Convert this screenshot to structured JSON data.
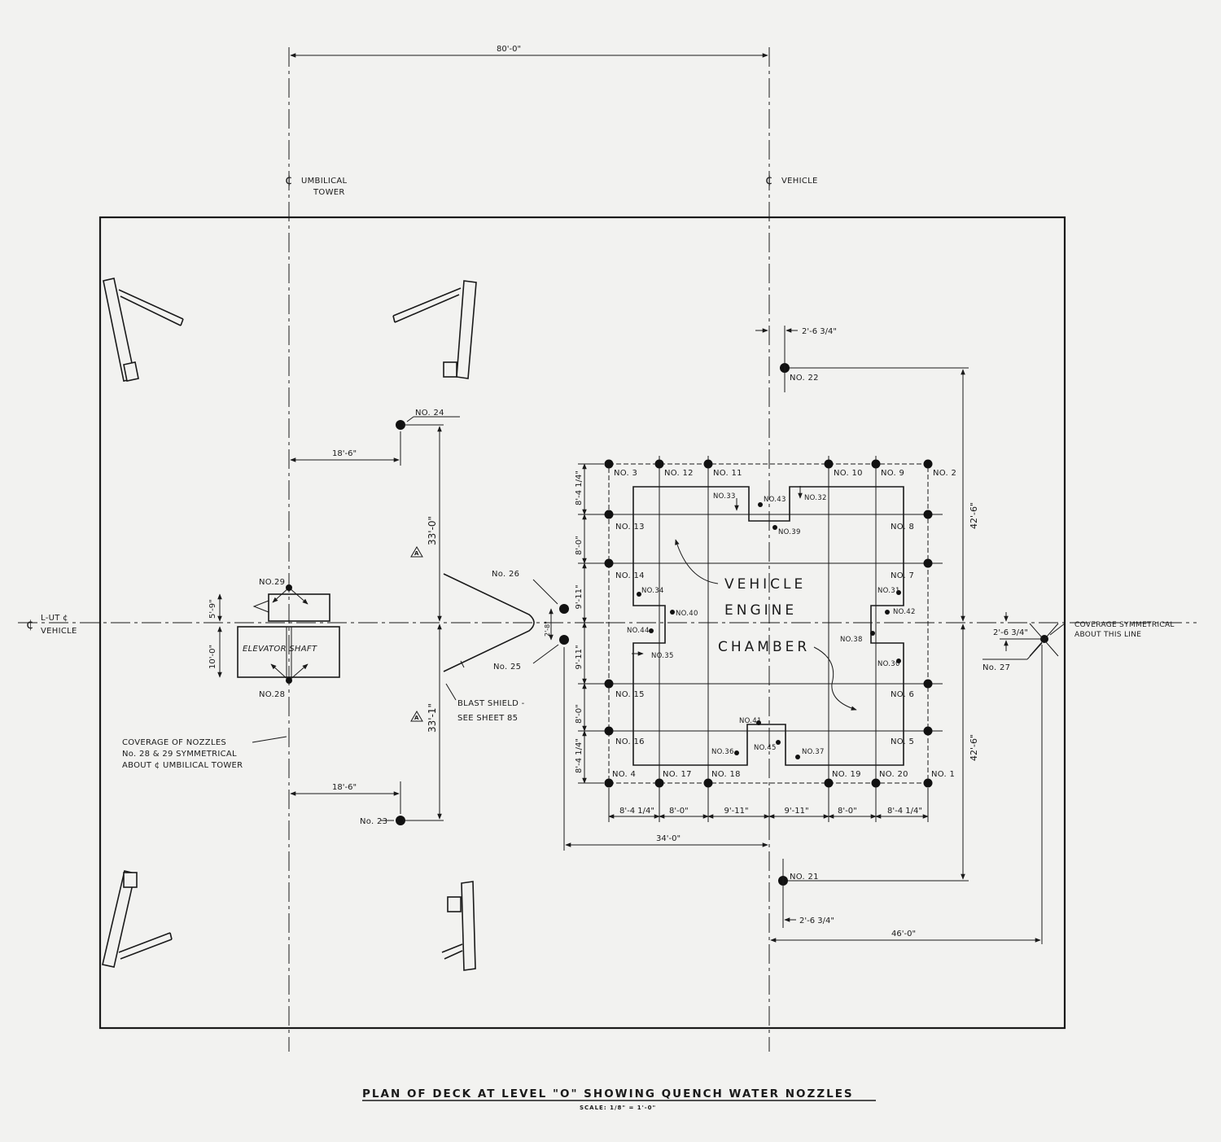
{
  "title": "PLAN OF DECK AT LEVEL \"O\" SHOWING QUENCH WATER NOZZLES",
  "scale": "SCALE: 1/8\" = 1'-0\"",
  "centerlines": {
    "umbilical_1": "UMBILICAL",
    "umbilical_2": "TOWER",
    "vehicle": "VEHICLE",
    "lut_1": "L-UT ¢",
    "lut_2": "VEHICLE",
    "cl_symbol": "¢"
  },
  "chamber": {
    "line1": "VEHICLE",
    "line2": "ENGINE",
    "line3": "CHAMBER"
  },
  "elevator": "ELEVATOR  SHAFT",
  "notes": {
    "blast_1": "BLAST SHIELD -",
    "blast_2": "SEE SHEET 85",
    "cov_1": "COVERAGE OF NOZZLES",
    "cov_2": "No. 28 & 29 SYMMETRICAL",
    "cov_3": "ABOUT ¢ UMBILICAL TOWER",
    "sym_1": "COVERAGE SYMMETRICAL",
    "sym_2": "ABOUT THIS LINE",
    "rev_a": "A"
  },
  "dims": {
    "d80": "80'-0\"",
    "d18a": "18'-6\"",
    "d18b": "18'-6\"",
    "d33a": "33'-0\"",
    "d33b": "33'-1\"",
    "d34": "34'-0\"",
    "d46": "46'-0\"",
    "d42a": "42'-6\"",
    "d42b": "42'-6\"",
    "d26a": "2'-6 3/4\"",
    "d26b": "2'-6 3/4\"",
    "d26c": "2'-6 3/4\"",
    "d59": "5'-9\"",
    "d10": "10'-0\"",
    "d28": "2'-8\"",
    "bottom": [
      "8'-4 1/4\"",
      "8'-0\"",
      "9'-11\"",
      "9'-11\"",
      "8'-0\"",
      "8'-4 1/4\""
    ],
    "left": [
      "8'-4 1/4\"",
      "8'-0\"",
      "9'-11\"",
      "9'-11\"",
      "8'-0\"",
      "8'-4 1/4\""
    ]
  },
  "nozzles": {
    "n1": "NO. 1",
    "n2": "NO. 2",
    "n3": "NO. 3",
    "n4": "NO. 4",
    "n5": "NO. 5",
    "n6": "NO. 6",
    "n7": "NO. 7",
    "n8": "NO. 8",
    "n9": "NO. 9",
    "n10": "NO. 10",
    "n11": "NO. 11",
    "n12": "NO. 12",
    "n13": "NO. 13",
    "n14": "NO. 14",
    "n15": "NO. 15",
    "n16": "NO. 16",
    "n17": "NO. 17",
    "n18": "NO. 18",
    "n19": "NO. 19",
    "n20": "NO. 20",
    "n21": "NO. 21",
    "n22": "NO. 22",
    "n23": "No. 23",
    "n24": "NO. 24",
    "n25": "No. 25",
    "n26": "No. 26",
    "n27": "No. 27",
    "n28": "NO.28",
    "n29": "NO.29",
    "n30": "NO.30",
    "n31": "NO.31",
    "n32": "NO.32",
    "n33": "NO.33",
    "n34": "NO.34",
    "n35": "NO.35",
    "n36": "NO.36",
    "n37": "NO.37",
    "n38": "NO.38",
    "n39": "NO.39",
    "n40": "NO.40",
    "n41": "NO.41",
    "n42": "NO.42",
    "n43": "NO.43",
    "n44": "NO.44",
    "n45": "NO.45"
  }
}
